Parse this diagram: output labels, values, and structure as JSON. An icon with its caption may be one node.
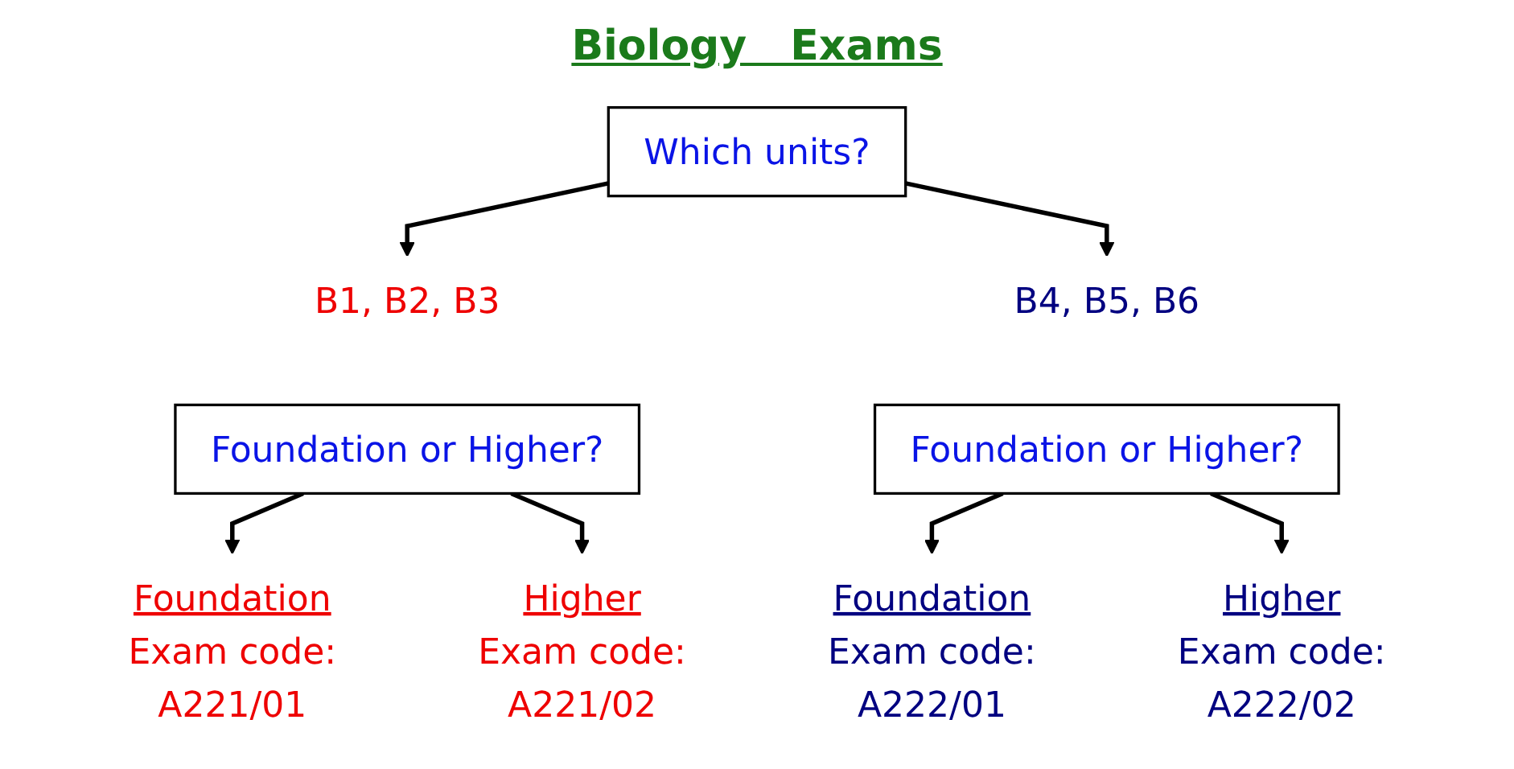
{
  "diagram": {
    "title": "Biology Exams",
    "nodes": [
      {
        "text": [
          "Which units?"
        ]
      },
      {
        "text": [
          "B1, B2, B3"
        ]
      },
      {
        "text": [
          "B4, B5, B6"
        ]
      },
      {
        "text": [
          "Foundation or Higher?"
        ]
      },
      {
        "text": [
          "Foundation or Higher?"
        ]
      },
      {
        "text": [
          "Foundation",
          "Exam code:",
          "A221/01"
        ]
      },
      {
        "text": [
          "Higher",
          "Exam code:",
          "A221/02"
        ]
      },
      {
        "text": [
          "Foundation",
          "Exam code:",
          "A222/01"
        ]
      },
      {
        "text": [
          "Higher",
          "Exam code:",
          "A222/02"
        ]
      }
    ],
    "edges": [
      {
        "from": 0,
        "to": 1,
        "arrow": "to"
      },
      {
        "from": 0,
        "to": 2,
        "arrow": "to"
      },
      {
        "from": 3,
        "to": 5,
        "arrow": "to"
      },
      {
        "from": 3,
        "to": 6,
        "arrow": "to"
      },
      {
        "from": 4,
        "to": 7,
        "arrow": "to"
      },
      {
        "from": 4,
        "to": 8,
        "arrow": "to"
      }
    ]
  }
}
